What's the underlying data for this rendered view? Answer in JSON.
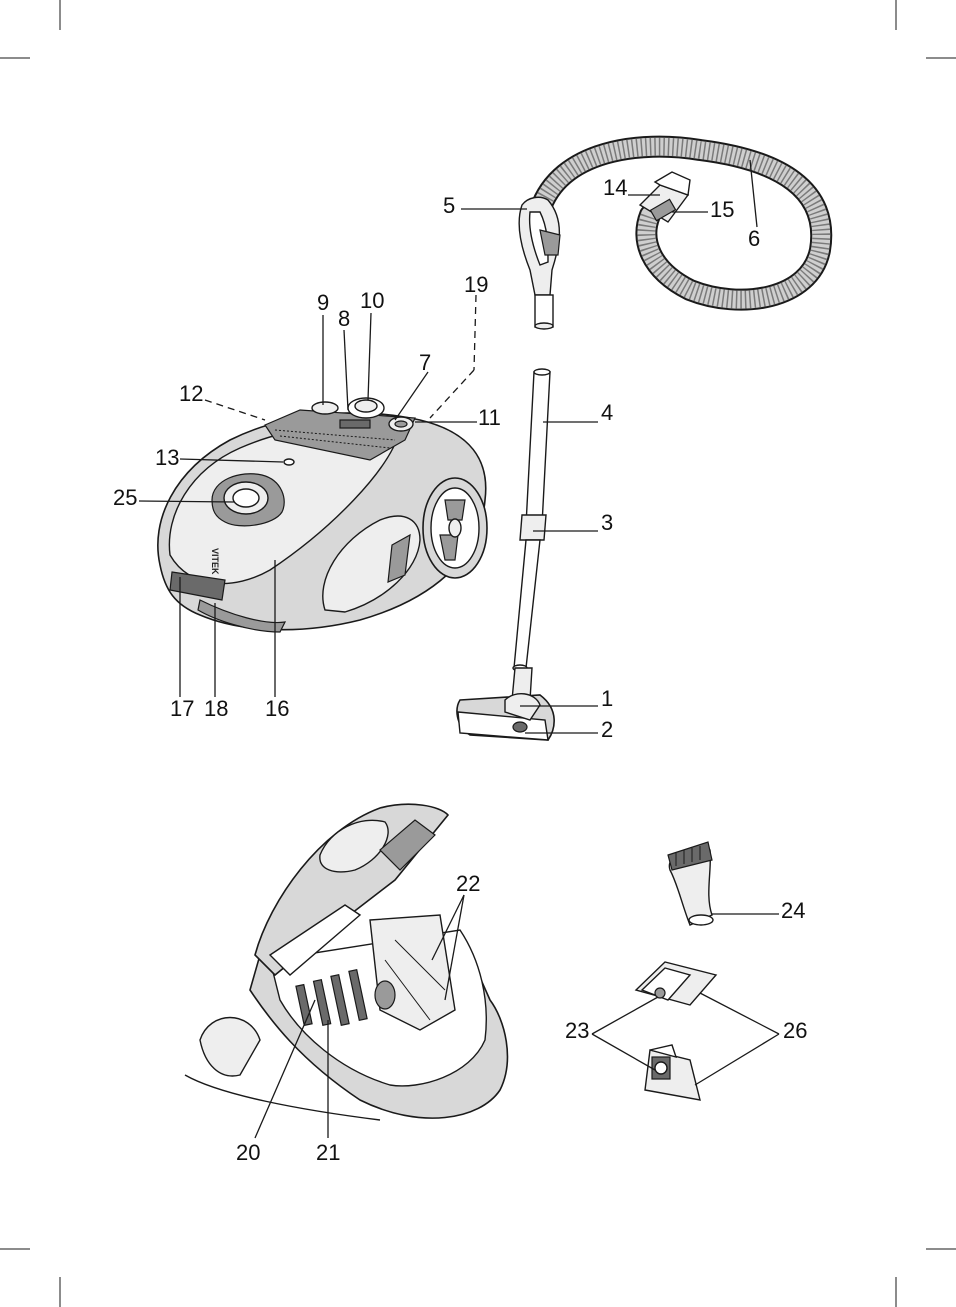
{
  "brand_text": "VITEK",
  "labels": {
    "l1": "1",
    "l2": "2",
    "l3": "3",
    "l4": "4",
    "l5": "5",
    "l6": "6",
    "l7": "7",
    "l8": "8",
    "l9": "9",
    "l10": "10",
    "l11": "11",
    "l12": "12",
    "l13": "13",
    "l14": "14",
    "l15": "15",
    "l16": "16",
    "l17": "17",
    "l18": "18",
    "l19": "19",
    "l20": "20",
    "l21": "21",
    "l22": "22",
    "l23": "23",
    "l24": "24",
    "l25": "25",
    "l26": "26"
  }
}
